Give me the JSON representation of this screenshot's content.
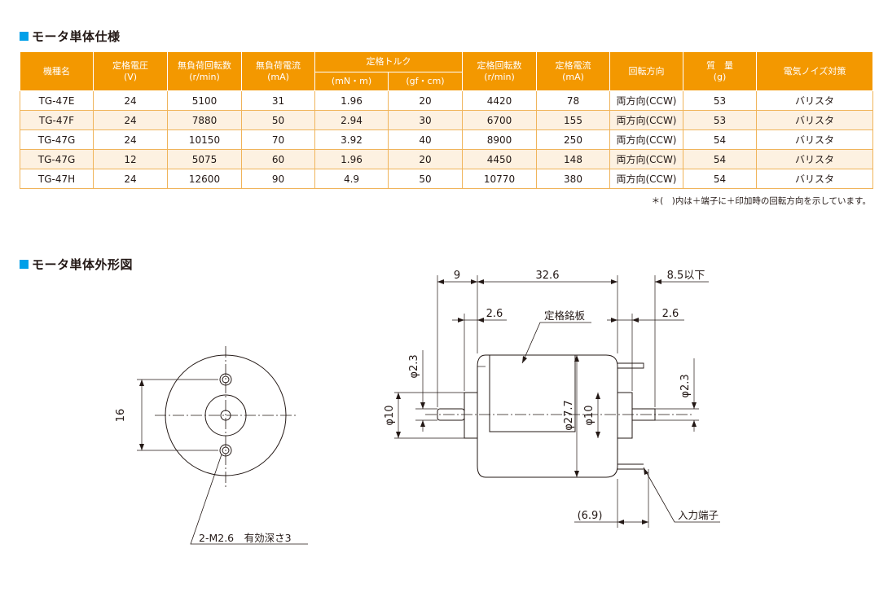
{
  "spec": {
    "title": "モータ単体仕様",
    "headers": {
      "model": "機種名",
      "rated_voltage": [
        "定格電圧",
        "(V)"
      ],
      "no_load_speed": [
        "無負荷回転数",
        "(r/min)"
      ],
      "no_load_current": [
        "無負荷電流",
        "(mA)"
      ],
      "rated_torque": "定格トルク",
      "torque_mn": "(mN・m)",
      "torque_gf": "(gf・cm)",
      "rated_speed": [
        "定格回転数",
        "(r/min)"
      ],
      "rated_current": [
        "定格電流",
        "(mA)"
      ],
      "rotation": "回転方向",
      "mass": [
        "質　量",
        "(g)"
      ],
      "noise": "電気ノイズ対策"
    },
    "rows": [
      [
        "TG-47E",
        "24",
        "5100",
        "31",
        "1.96",
        "20",
        "4420",
        "78",
        "両方向(CCW)",
        "53",
        "バリスタ"
      ],
      [
        "TG-47F",
        "24",
        "7880",
        "50",
        "2.94",
        "30",
        "6700",
        "155",
        "両方向(CCW)",
        "53",
        "バリスタ"
      ],
      [
        "TG-47G",
        "24",
        "10150",
        "70",
        "3.92",
        "40",
        "8900",
        "250",
        "両方向(CCW)",
        "54",
        "バリスタ"
      ],
      [
        "TG-47G",
        "12",
        "5075",
        "60",
        "1.96",
        "20",
        "4450",
        "148",
        "両方向(CCW)",
        "54",
        "バリスタ"
      ],
      [
        "TG-47H",
        "24",
        "12600",
        "90",
        "4.9",
        "50",
        "10770",
        "380",
        "両方向(CCW)",
        "54",
        "バリスタ"
      ]
    ],
    "footnote": "＊(　)内は＋端子に＋印加時の回転方向を示しています。"
  },
  "outline": {
    "title": "モータ単体外形図",
    "front": {
      "dim_16": "16",
      "hole_label": "2-M2.6　有効深さ3"
    },
    "side": {
      "dim_9": "9",
      "dim_32_6": "32.6",
      "dim_8_5": "8.5以下",
      "dim_2_6_left": "2.6",
      "dim_2_6_right": "2.6",
      "nameplate": "定格銘板",
      "phi_2_3_left": "φ2.3",
      "phi_10_left": "φ10",
      "phi_27_7": "φ27.7",
      "phi_10_right": "φ10",
      "phi_2_3_right": "φ2.3",
      "dim_6_9": "(6.9)",
      "terminal": "入力端子"
    }
  }
}
